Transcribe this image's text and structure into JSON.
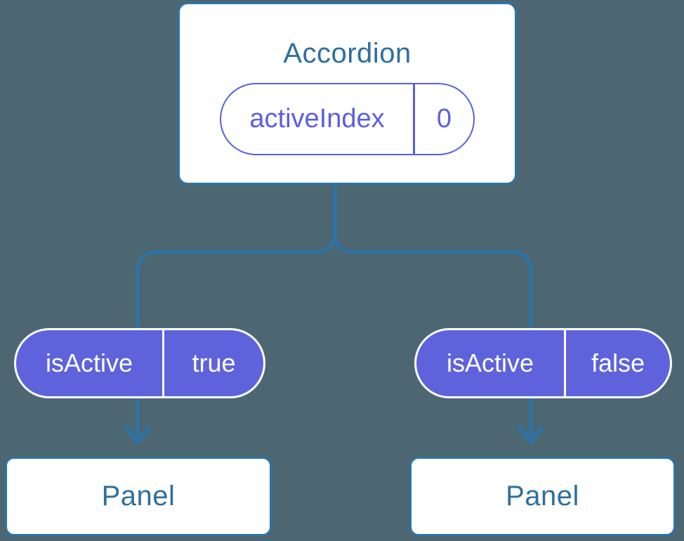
{
  "accordion": {
    "title": "Accordion",
    "state_pill": {
      "label": "activeIndex",
      "value": "0"
    }
  },
  "branches": [
    {
      "prop_pill": {
        "label": "isActive",
        "value": "true"
      },
      "panel": {
        "label": "Panel"
      }
    },
    {
      "prop_pill": {
        "label": "isActive",
        "value": "false"
      },
      "panel": {
        "label": "Panel"
      }
    }
  ],
  "colors": {
    "background": "#4C6771",
    "line_blue": "#2B74A8",
    "text_blue": "#2E6F9F",
    "purple_outline": "#5A5FE2",
    "purple_fill": "#5E63DC",
    "node_fill": "#FFFFFF"
  }
}
